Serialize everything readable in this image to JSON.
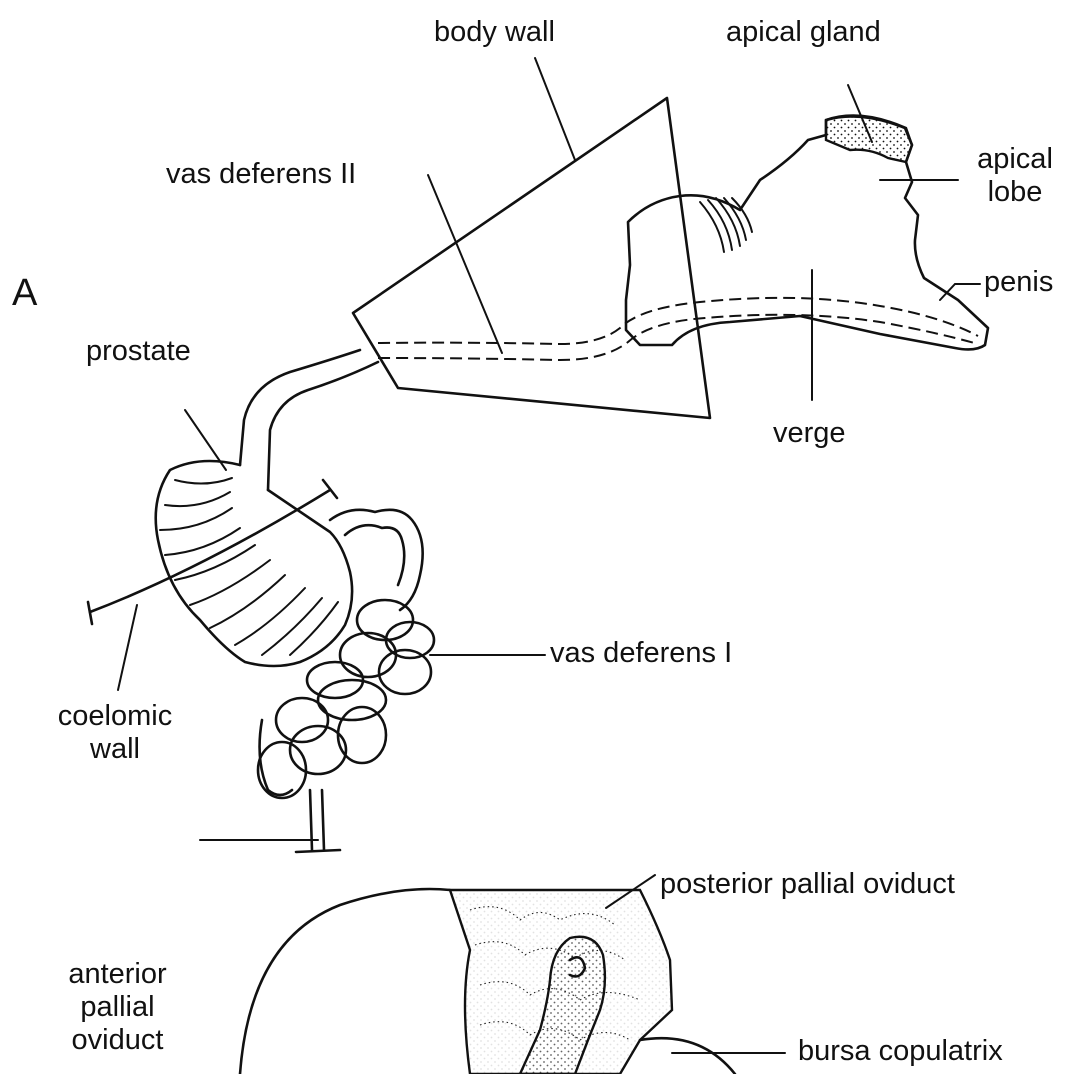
{
  "panel_label": "A",
  "labels": {
    "body_wall": "body wall",
    "apical_gland": "apical gland",
    "vas_deferens_2": "vas deferens II",
    "apical_lobe_1": "apical",
    "apical_lobe_2": "lobe",
    "penis": "penis",
    "prostate": "prostate",
    "verge": "verge",
    "vas_deferens_1": "vas deferens I",
    "coelomic_wall_1": "coelomic",
    "coelomic_wall_2": "wall",
    "posterior_pallial_oviduct": "posterior pallial oviduct",
    "anterior_pallial_oviduct_1": "anterior",
    "anterior_pallial_oviduct_2": "pallial",
    "anterior_pallial_oviduct_3": "oviduct",
    "bursa_copulatrix": "bursa copulatrix"
  }
}
